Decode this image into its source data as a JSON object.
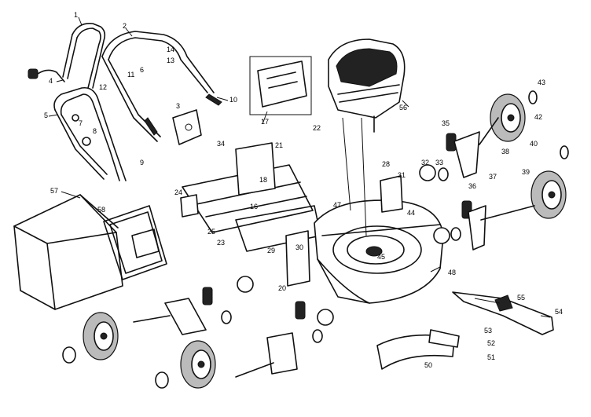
{
  "parts": [
    {
      "id": "handle-upper",
      "ref": "1"
    },
    {
      "id": "handle-lower",
      "ref": "2"
    },
    {
      "id": "bracket",
      "ref": "3"
    },
    {
      "id": "knob",
      "ref": "4"
    },
    {
      "id": "handle-bolt",
      "ref": "5"
    },
    {
      "id": "clip",
      "ref": "6"
    },
    {
      "id": "cable-tie",
      "ref": "7"
    },
    {
      "id": "washer",
      "ref": "8"
    },
    {
      "id": "knob-bolt",
      "ref": "9"
    },
    {
      "id": "control-bar",
      "ref": "10"
    },
    {
      "id": "cable-clip",
      "ref": "11"
    },
    {
      "id": "spring",
      "ref": "12"
    },
    {
      "id": "pin",
      "ref": "13"
    },
    {
      "id": "screw",
      "ref": "14"
    },
    {
      "id": "rear-shield",
      "ref": "16"
    },
    {
      "id": "mulch-plug",
      "ref": "17"
    },
    {
      "id": "rod",
      "ref": "18"
    },
    {
      "id": "axle-bracket",
      "ref": "20"
    },
    {
      "id": "bolt",
      "ref": "21"
    },
    {
      "id": "lever",
      "ref": "22"
    },
    {
      "id": "nut",
      "ref": "23"
    },
    {
      "id": "rear-door",
      "ref": "24"
    },
    {
      "id": "door-hinge",
      "ref": "25"
    },
    {
      "id": "pivot-bracket",
      "ref": "28"
    },
    {
      "id": "height-bracket",
      "ref": "29"
    },
    {
      "id": "adjuster-bolt",
      "ref": "30"
    },
    {
      "id": "spacer",
      "ref": "31"
    },
    {
      "id": "gear",
      "ref": "32"
    },
    {
      "id": "bushing",
      "ref": "33"
    },
    {
      "id": "deflector-bolt",
      "ref": "34"
    },
    {
      "id": "height-knob",
      "ref": "35"
    },
    {
      "id": "lock-nut",
      "ref": "36"
    },
    {
      "id": "axle-plate",
      "ref": "37"
    },
    {
      "id": "wheel-bolt",
      "ref": "38"
    },
    {
      "id": "hub-nut",
      "ref": "39"
    },
    {
      "id": "wheel",
      "ref": "40"
    },
    {
      "id": "hub-washer",
      "ref": "42"
    },
    {
      "id": "hub-cap",
      "ref": "43"
    },
    {
      "id": "baffle",
      "ref": "44"
    },
    {
      "id": "shaft",
      "ref": "45"
    },
    {
      "id": "deck-bolt",
      "ref": "47"
    },
    {
      "id": "deck",
      "ref": "48"
    },
    {
      "id": "skirt",
      "ref": "50"
    },
    {
      "id": "adapter-bolt",
      "ref": "51"
    },
    {
      "id": "blade-washer",
      "ref": "52"
    },
    {
      "id": "blade-bolt",
      "ref": "53"
    },
    {
      "id": "blade",
      "ref": "54"
    },
    {
      "id": "blade-adapter",
      "ref": "55"
    },
    {
      "id": "engine",
      "ref": "56"
    },
    {
      "id": "grass-bag",
      "ref": "57"
    },
    {
      "id": "bag-frame",
      "ref": "58"
    }
  ]
}
